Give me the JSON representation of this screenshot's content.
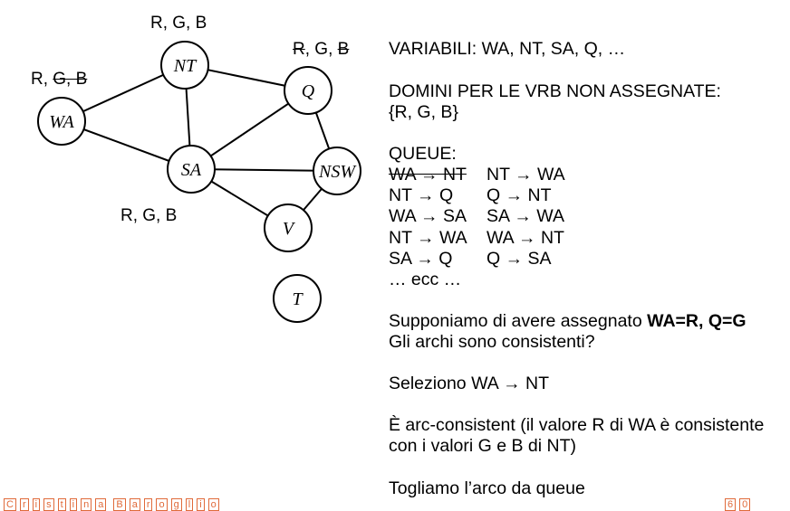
{
  "graph": {
    "nodes": {
      "WA": "WA",
      "NT": "NT",
      "Q": "Q",
      "SA": "SA",
      "NSW": "NSW",
      "V": "V",
      "T": "T"
    },
    "edges": [
      [
        "WA",
        "NT"
      ],
      [
        "WA",
        "SA"
      ],
      [
        "NT",
        "SA"
      ],
      [
        "NT",
        "Q"
      ],
      [
        "Q",
        "SA"
      ],
      [
        "Q",
        "NSW"
      ],
      [
        "SA",
        "NSW"
      ],
      [
        "SA",
        "V"
      ],
      [
        "NSW",
        "V"
      ]
    ],
    "domains": {
      "NT": {
        "parts": [
          {
            "t": "R, G, B",
            "strike": false
          }
        ]
      },
      "WA": {
        "parts": [
          {
            "t": "R, ",
            "strike": false
          },
          {
            "t": "G, B",
            "strike": true
          }
        ]
      },
      "Q": {
        "parts": [
          {
            "t": "R",
            "strike": true
          },
          {
            "t": ", G, ",
            "strike": false
          },
          {
            "t": "B",
            "strike": true
          }
        ]
      },
      "SA": {
        "parts": [
          {
            "t": "R, G, B",
            "strike": false
          }
        ]
      }
    }
  },
  "text": {
    "variabili": "VARIABILI: WA, NT, SA, Q, …",
    "domini_title": "DOMINI PER LE VRB NON ASSEGNATE:",
    "domini_values": "{R, G, B}",
    "queue_title": "QUEUE:",
    "queue_rows": [
      {
        "a": "WA → NT",
        "a_strike": true,
        "b": "NT → WA"
      },
      {
        "a": "NT → Q",
        "a_strike": false,
        "b": "Q → NT"
      },
      {
        "a": "WA → SA",
        "a_strike": false,
        "b": "SA → WA"
      },
      {
        "a": "NT → WA",
        "a_strike": false,
        "b": "WA → NT"
      },
      {
        "a": "SA → Q",
        "a_strike": false,
        "b": "Q → SA"
      }
    ],
    "ecc": "… ecc …",
    "supponiamo_prefix": "Supponiamo di avere assegnato ",
    "supponiamo_bold": "WA=R, Q=G",
    "archi": "Gli archi sono consistenti?",
    "seleziono": "Seleziono WA → NT",
    "arc_line1": "È arc-consistent (il valore R di WA è consistente",
    "arc_line2": "con i valori G e B di NT)",
    "togliamo": "Togliamo l’arco da queue"
  },
  "footer": {
    "author": "Cristina Baroglio",
    "page": "60",
    "color": "#e06a3a"
  }
}
